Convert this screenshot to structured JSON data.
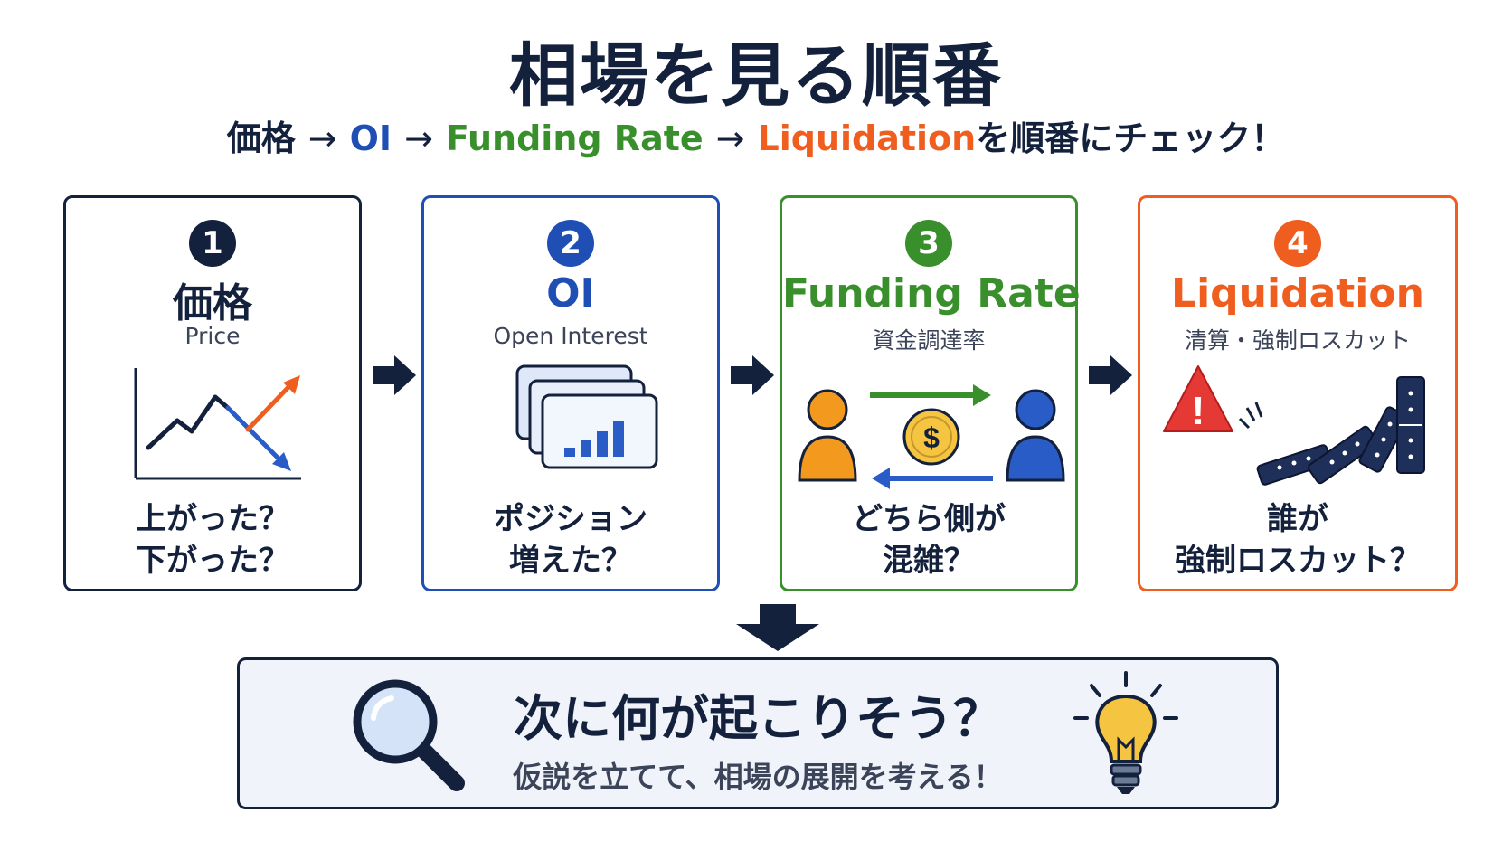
{
  "header": {
    "title": "相場を見る順番",
    "subtitle": {
      "step1": "価格",
      "step2": "OI",
      "step3": "Funding Rate",
      "step4": "Liquidation",
      "arrow": "→",
      "suffix": "を順番にチェック！"
    }
  },
  "colors": {
    "navy": "#14213d",
    "blue": "#1f4fb4",
    "green": "#3a8f2d",
    "orange": "#ef5d1f"
  },
  "cards": [
    {
      "number": "1",
      "title": "価格",
      "subtitle": "Price",
      "icon": "price-chart-icon",
      "question": [
        "上がった？",
        "下がった？"
      ]
    },
    {
      "number": "2",
      "title": "OI",
      "subtitle": "Open Interest",
      "icon": "position-cards-icon",
      "question": [
        "ポジション",
        "増えた？"
      ]
    },
    {
      "number": "3",
      "title": "Funding Rate",
      "subtitle": "資金調達率",
      "icon": "funding-exchange-icon",
      "coin_symbol": "$",
      "question": [
        "どちら側が",
        "混雑？"
      ]
    },
    {
      "number": "4",
      "title": "Liquidation",
      "subtitle": "清算・強制ロスカット",
      "icon": "falling-dominoes-icon",
      "warning_symbol": "!",
      "question": [
        "誰が",
        "強制ロスカット？"
      ]
    }
  ],
  "conclusion": {
    "title": "次に何が起こりそう？",
    "subtitle": "仮説を立てて、相場の展開を考える！",
    "left_icon": "magnifier-icon",
    "right_icon": "light-bulb-icon"
  }
}
